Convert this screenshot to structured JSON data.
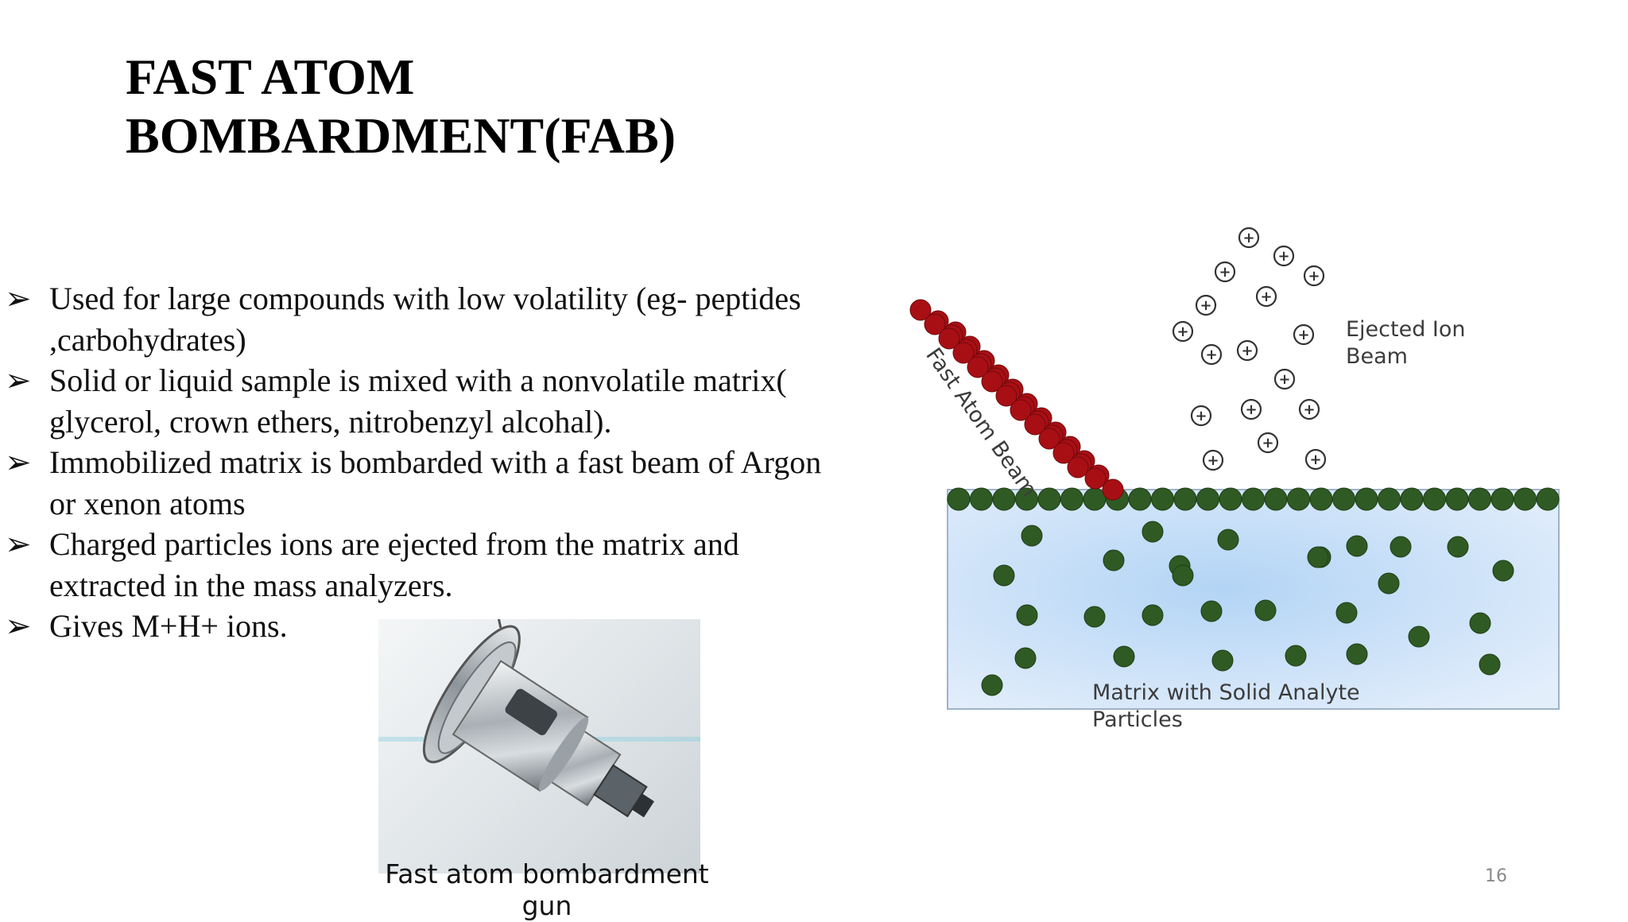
{
  "slide": {
    "title_line1": "FAST ATOM",
    "title_line2": "BOMBARDMENT(FAB)",
    "bullet_symbol": "➢",
    "bullets": [
      {
        "line1": "Used for large compounds with low volatility (eg- peptides",
        "line2": ",carbohydrates)"
      },
      {
        "line1": "Solid or liquid sample is mixed with a nonvolatile matrix(",
        "line2": "glycerol, crown ethers, nitrobenzyl alcohal)."
      },
      {
        "line1": "Immobilized matrix is bombarded with a fast beam of Argon",
        "line2": "or xenon atoms"
      },
      {
        "line1": "Charged particles ions are ejected from the matrix and",
        "line2": "extracted in the mass analyzers."
      },
      {
        "line1": "Gives M+H+ ions."
      }
    ],
    "photo_caption": "Fast atom bombardment gun",
    "page_number": "16"
  },
  "diagram": {
    "beam_label": "Fast Atom Beam",
    "ion_label_line1": "Ejected Ion",
    "ion_label_line2": "Beam",
    "matrix_label_line1": "Matrix with Solid Analyte",
    "matrix_label_line2": "Particles",
    "ion_symbol": "+",
    "colors": {
      "beam_atom": "#a80f14",
      "matrix_particle": "#2f5a23",
      "matrix_fill": "#cfe3f9",
      "matrix_border": "#9fb3c8"
    }
  }
}
